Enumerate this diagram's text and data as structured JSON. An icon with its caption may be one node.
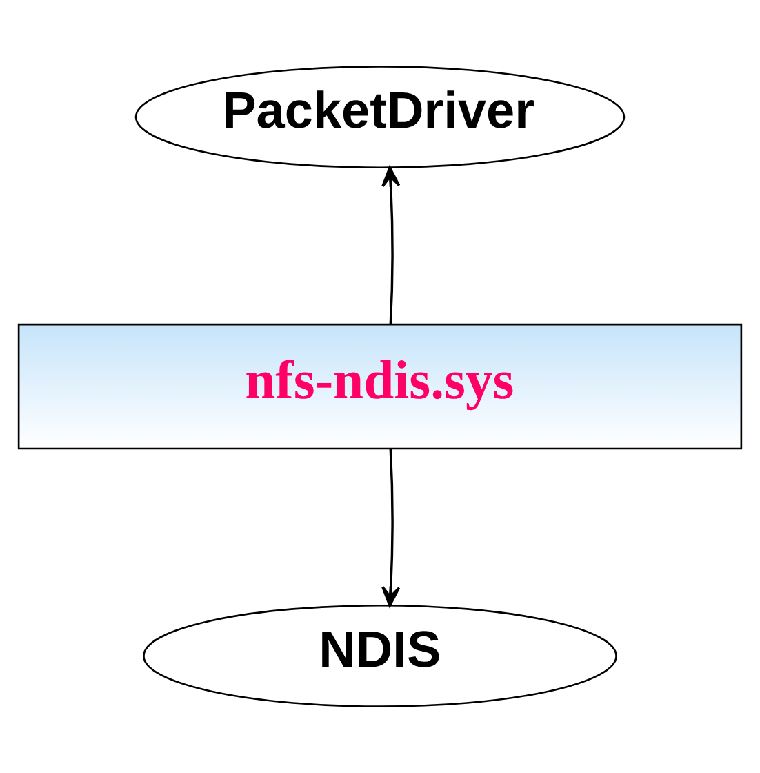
{
  "diagram": {
    "nodes": [
      {
        "text": [
          "PacketDriver"
        ]
      },
      {
        "text": [
          "nfs-ndis.sys"
        ]
      },
      {
        "text": [
          "NDIS"
        ]
      }
    ],
    "edges": [
      {
        "from": 1,
        "to": 0,
        "arrow": "to"
      },
      {
        "from": 1,
        "to": 2,
        "arrow": "to"
      }
    ]
  }
}
